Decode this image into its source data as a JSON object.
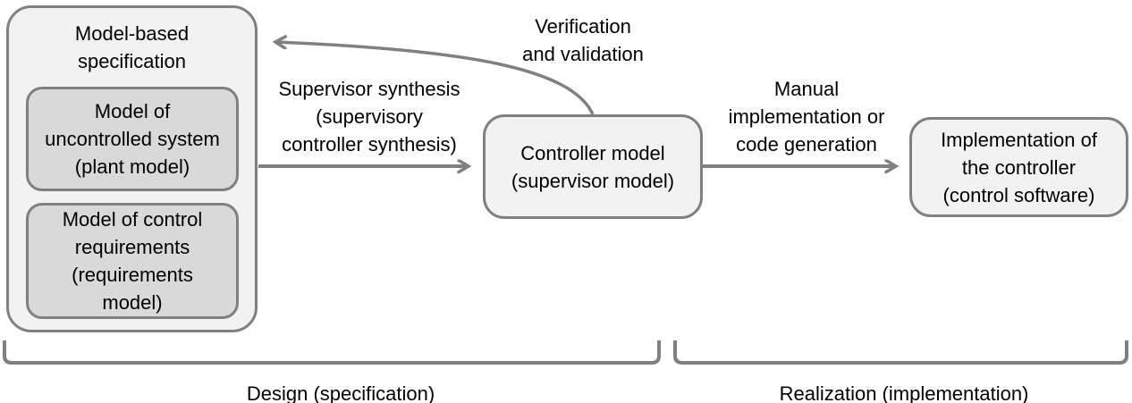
{
  "diagram": {
    "colors": {
      "outer_fill": "#f2f2f2",
      "inner_fill": "#d9d9d9",
      "border_gray": "#808080",
      "arrow_gray": "#808080",
      "text": "#000000"
    },
    "boxes": {
      "spec_group": {
        "title": "Model-based\nspecification"
      },
      "plant": {
        "label": "Model of\nuncontrolled system\n(plant model)"
      },
      "requirements": {
        "label": "Model of control\nrequirements\n(requirements\nmodel)"
      },
      "controller": {
        "label": "Controller model\n(supervisor model)"
      },
      "implementation": {
        "label": "Implementation of\nthe controller\n(control software)"
      }
    },
    "arrows": {
      "synthesis": {
        "label": "Supervisor synthesis\n(supervisory\ncontroller synthesis)",
        "direction": "left-box to controller-box"
      },
      "verification": {
        "label": "Verification\nand validation",
        "direction": "controller-box to left-box (curved)"
      },
      "manual": {
        "label": "Manual\nimplementation or\ncode generation",
        "direction": "controller-box to implementation-box"
      }
    },
    "phases": {
      "design": {
        "label": "Design (specification)"
      },
      "realization": {
        "label": "Realization (implementation)"
      }
    }
  }
}
